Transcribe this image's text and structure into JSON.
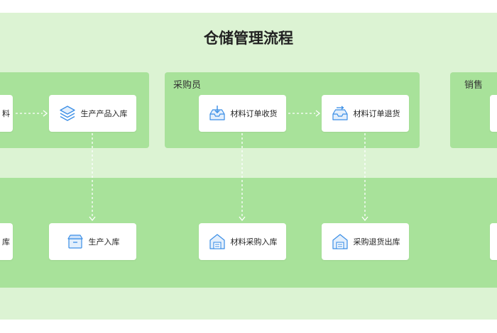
{
  "diagram": {
    "title": "仓储管理流程",
    "lanes": {
      "purchaser": "采购员",
      "sales": "销售"
    },
    "nodes": {
      "partial_left_top": "料",
      "production_product_inbound": "生产产品入库",
      "material_order_receive": "材料订单收货",
      "material_order_return": "材料订单退货",
      "partial_left_bottom": "库",
      "production_inbound": "生产入库",
      "material_purchase_inbound": "材料采购入库",
      "purchase_return_outbound": "采购退货出库"
    },
    "icons": {
      "production_product_inbound": "layers-icon",
      "material_order_receive": "inbox-download-icon",
      "material_order_return": "inbox-upload-icon",
      "production_inbound": "box-icon",
      "material_purchase_inbound": "warehouse-icon",
      "purchase_return_outbound": "warehouse-icon"
    },
    "colors": {
      "background": "#dcf3d3",
      "lane": "#a8e29a",
      "card": "#ffffff",
      "icon_blue": "#3a8ee6",
      "connector": "#ffffff"
    }
  }
}
